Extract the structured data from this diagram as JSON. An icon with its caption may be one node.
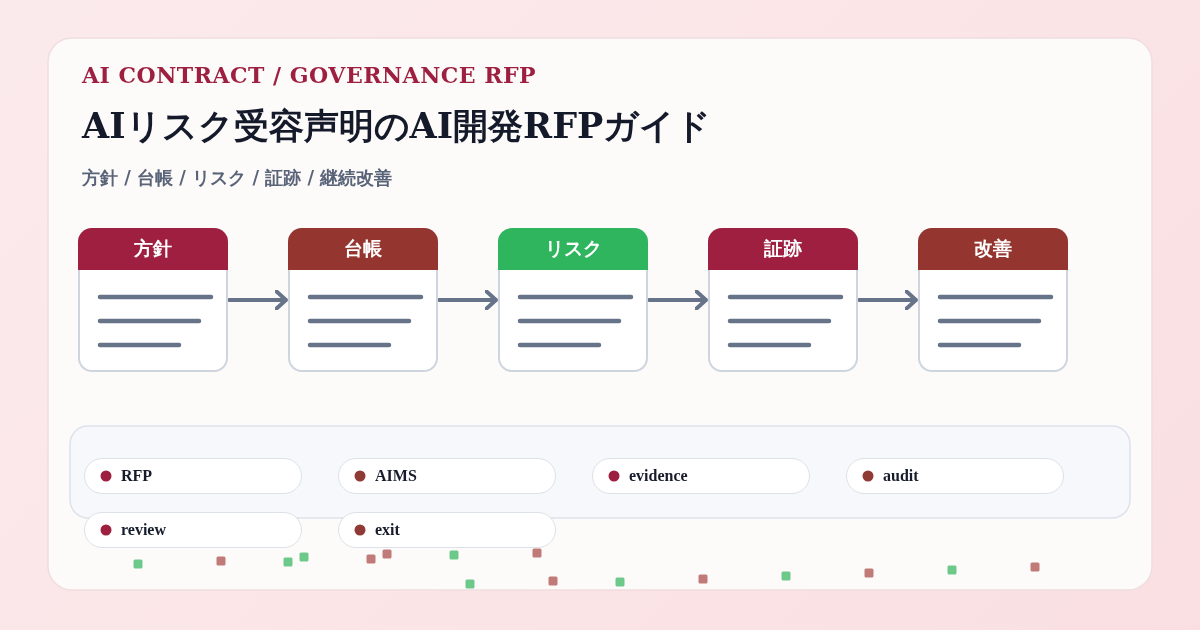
{
  "diagram": {
    "title": "AIリスク受容声明のAI開発RFPガイド",
    "nodes": [
      {
        "text": [
          "方針"
        ]
      },
      {
        "text": [
          "台帳"
        ]
      },
      {
        "text": [
          "リスク"
        ]
      },
      {
        "text": [
          "証跡"
        ]
      },
      {
        "text": [
          "改善"
        ]
      },
      {
        "text": [
          "RFP"
        ]
      },
      {
        "text": [
          "AIMS"
        ]
      },
      {
        "text": [
          "evidence"
        ]
      },
      {
        "text": [
          "audit"
        ]
      },
      {
        "text": [
          "review"
        ]
      },
      {
        "text": [
          "exit"
        ]
      }
    ],
    "edges": [
      {
        "from": 0,
        "to": 1,
        "arrow": "to"
      },
      {
        "from": 1,
        "to": 2,
        "arrow": "to"
      },
      {
        "from": 2,
        "to": 3,
        "arrow": "to"
      },
      {
        "from": 3,
        "to": 4,
        "arrow": "to"
      }
    ],
    "labels": [
      "AI CONTRACT / GOVERNANCE RFP",
      "方針 / 台帳 / リスク / 証跡 / 継続改善"
    ]
  }
}
